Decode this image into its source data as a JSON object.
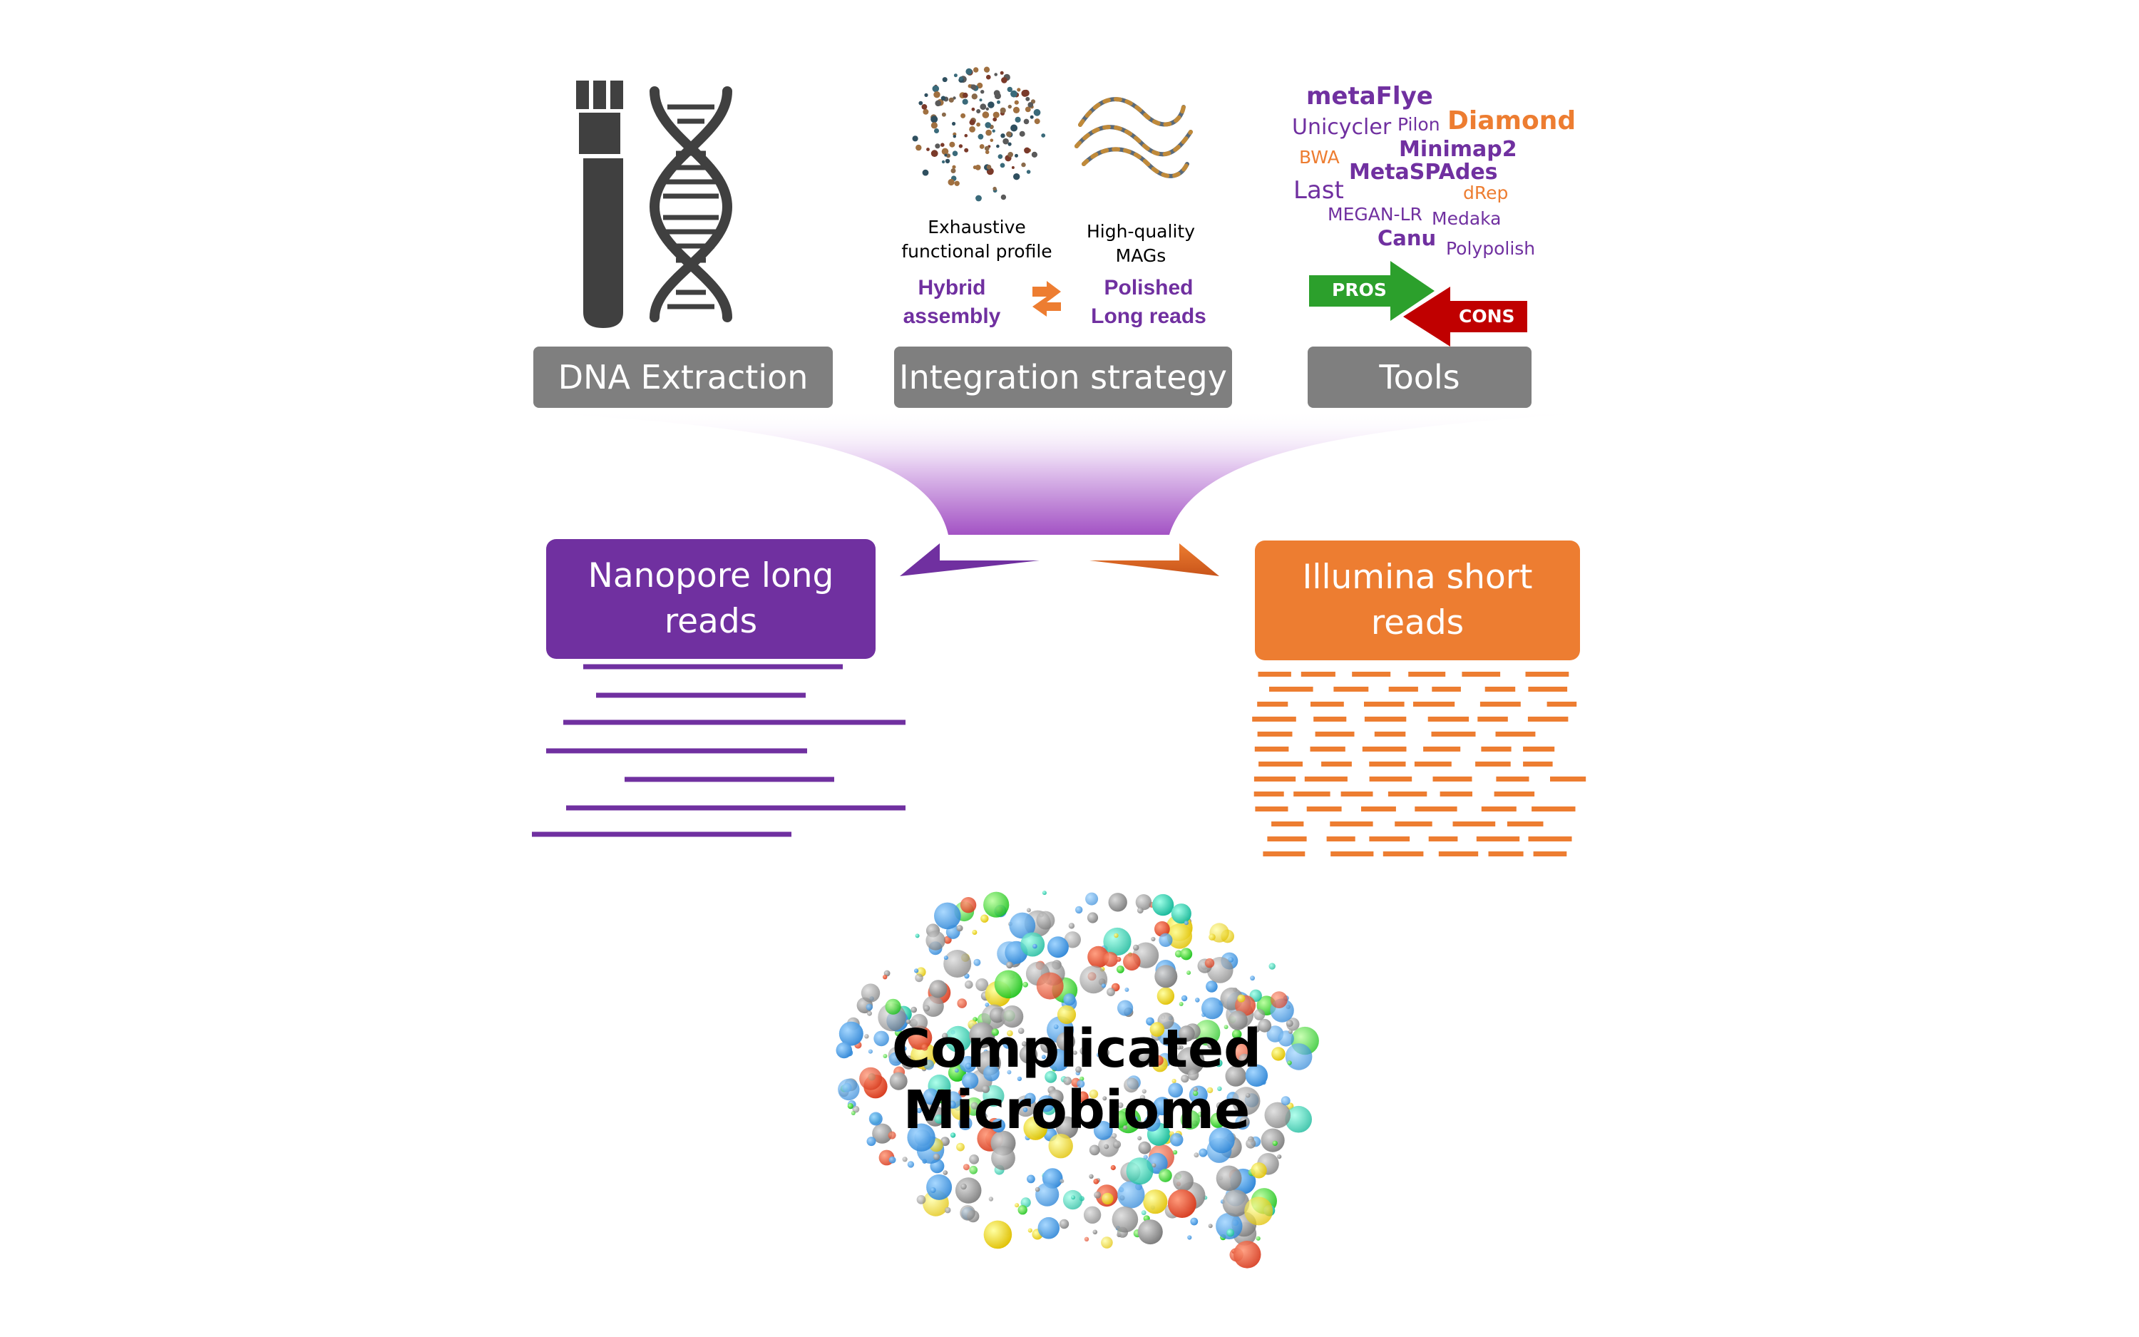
{
  "labels": {
    "dna_extraction": "DNA Extraction",
    "integration_strategy": "Integration strategy",
    "tools": "Tools"
  },
  "integration": {
    "functional_caption_line1": "Exhaustive",
    "functional_caption_line2": "functional profile",
    "mags_caption_line1": "High-quality",
    "mags_caption_line2": "MAGs",
    "left_strategy_line1": "Hybrid",
    "left_strategy_line2": "assembly",
    "right_strategy_line1": "Polished",
    "right_strategy_line2": "Long reads"
  },
  "tools": {
    "words": [
      "metaFlye",
      "Unicycler",
      "Pilon",
      "Diamond",
      "BWA",
      "Minimap2",
      "MetaSPAdes",
      "Last",
      "dRep",
      "MEGAN-LR",
      "Medaka",
      "Canu",
      "Polypolish"
    ],
    "pros": "PROS",
    "cons": "CONS"
  },
  "reads": {
    "nanopore_line1": "Nanopore long",
    "nanopore_line2": "reads",
    "illumina_line1": "Illumina short",
    "illumina_line2": "reads"
  },
  "result": {
    "line1": "Complicated",
    "line2": "Microbiome"
  },
  "colors": {
    "purple": "#7030a0",
    "orange": "#ed7d31",
    "gray": "#7f7f7f",
    "green": "#2ca02c",
    "red": "#c00000",
    "dark": "#404040"
  }
}
